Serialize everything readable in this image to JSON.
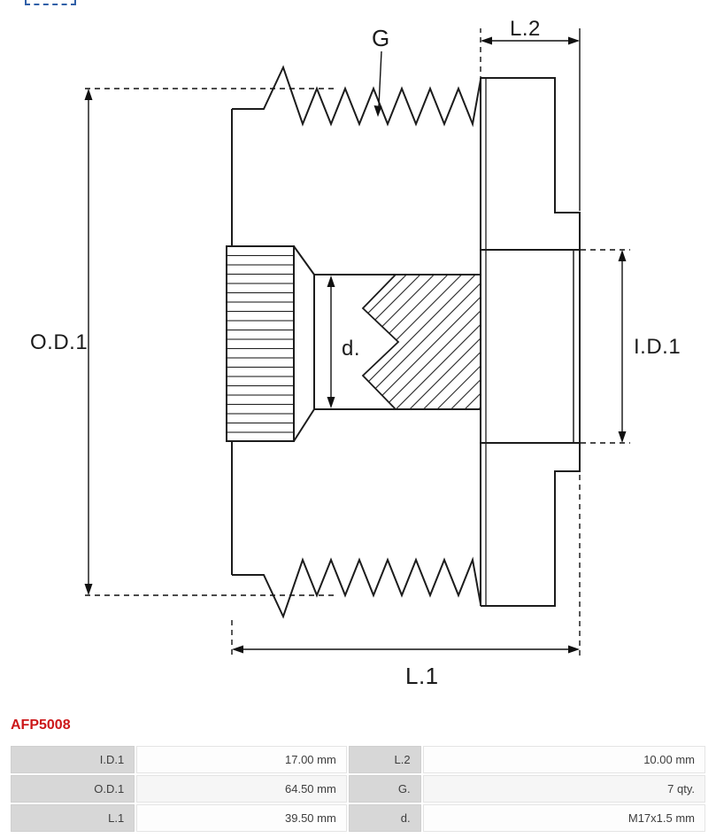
{
  "colors": {
    "part_number_red": "#cc1719",
    "logo_blue": "#3060a8",
    "table_label_bg": "#d7d7d7",
    "drawing_ink": "#1b1b1b"
  },
  "part_number": "AFP5008",
  "drawing": {
    "labels": {
      "od1": "O.D.1",
      "g": "G",
      "l2": "L.2",
      "id1": "I.D.1",
      "d": "d.",
      "l1": "L.1"
    }
  },
  "spec_table": {
    "rows": [
      [
        "I.D.1",
        "17.00 mm",
        "L.2",
        "10.00 mm"
      ],
      [
        "O.D.1",
        "64.50 mm",
        "G.",
        "7 qty."
      ],
      [
        "L.1",
        "39.50 mm",
        "d.",
        "M17x1.5 mm"
      ]
    ]
  }
}
